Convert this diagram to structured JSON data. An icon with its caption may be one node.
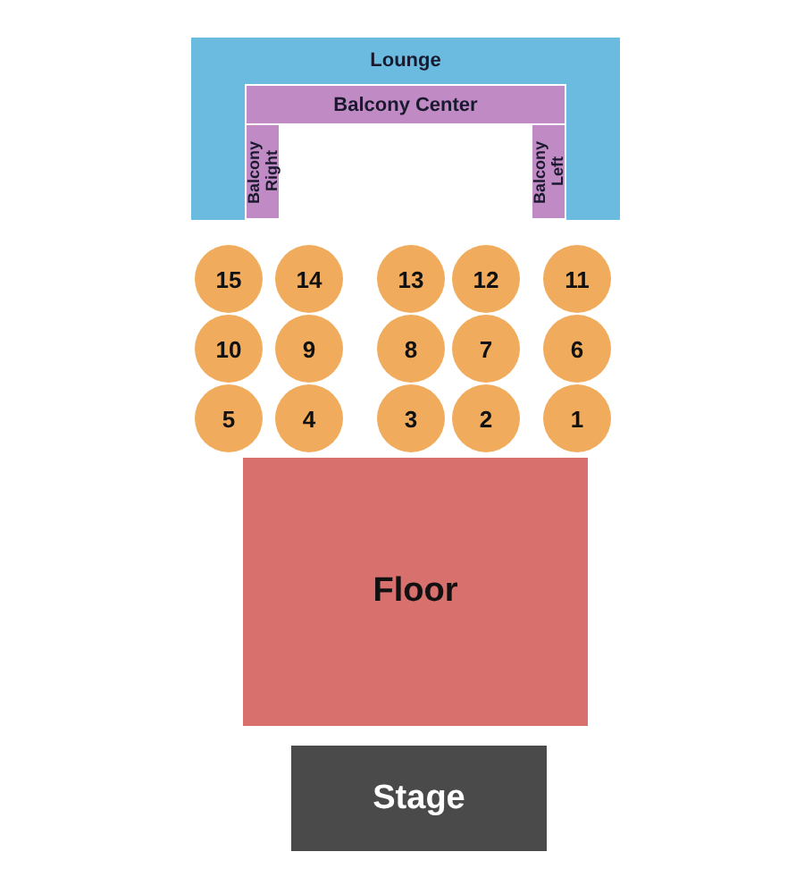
{
  "diagram": {
    "nodes": [
      {
        "text": [
          "Lounge"
        ]
      },
      {
        "text": [
          "Balcony Center"
        ]
      },
      {
        "text": [
          "Balcony Right"
        ]
      },
      {
        "text": [
          "Balcony Left"
        ]
      },
      {
        "text": [
          "15"
        ]
      },
      {
        "text": [
          "14"
        ]
      },
      {
        "text": [
          "13"
        ]
      },
      {
        "text": [
          "12"
        ]
      },
      {
        "text": [
          "11"
        ]
      },
      {
        "text": [
          "10"
        ]
      },
      {
        "text": [
          "9"
        ]
      },
      {
        "text": [
          "8"
        ]
      },
      {
        "text": [
          "7"
        ]
      },
      {
        "text": [
          "6"
        ]
      },
      {
        "text": [
          "5"
        ]
      },
      {
        "text": [
          "4"
        ]
      },
      {
        "text": [
          "3"
        ]
      },
      {
        "text": [
          "2"
        ]
      },
      {
        "text": [
          "1"
        ]
      },
      {
        "text": [
          "Floor"
        ]
      },
      {
        "text": [
          "Stage"
        ]
      }
    ],
    "edges": []
  }
}
